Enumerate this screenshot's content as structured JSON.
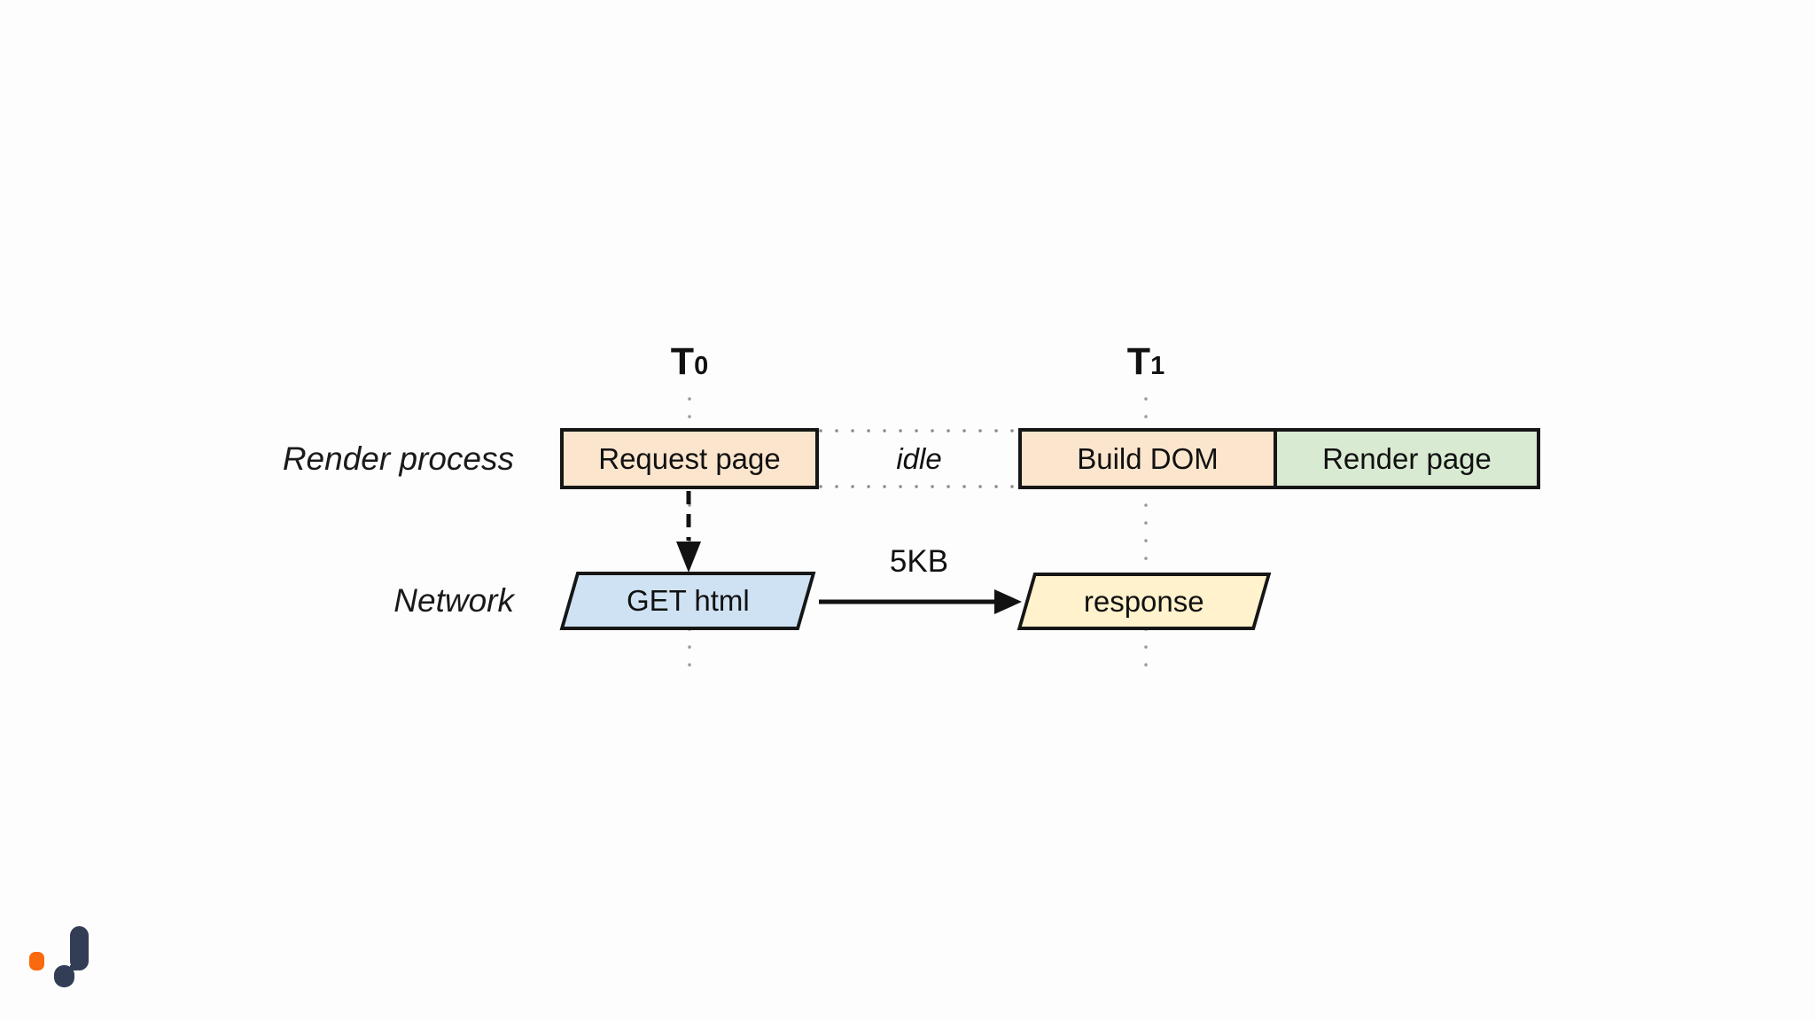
{
  "slide": {
    "background": "#fdfdfd"
  },
  "diagram": {
    "markers": {
      "t0": {
        "base": "T",
        "sub": "0"
      },
      "t1": {
        "base": "T",
        "sub": "1"
      }
    },
    "row_labels": {
      "render_process": "Render process",
      "network": "Network"
    },
    "blocks": {
      "request_page": {
        "label": "Request page",
        "color": "#fce5cd"
      },
      "idle": {
        "label": "idle"
      },
      "build_dom": {
        "label": "Build DOM",
        "color": "#fce5cd"
      },
      "render_page": {
        "label": "Render page",
        "color": "#d9ead3"
      },
      "get_html": {
        "label": "GET html",
        "color": "#cfe2f3"
      },
      "response": {
        "label": "response",
        "color": "#fff2cc"
      }
    },
    "transfer_label": "5KB",
    "stroke_color": "#161616",
    "dotted_color": "#949494"
  },
  "logo": {
    "orange": "#f9690e",
    "navy": "#333d55"
  }
}
